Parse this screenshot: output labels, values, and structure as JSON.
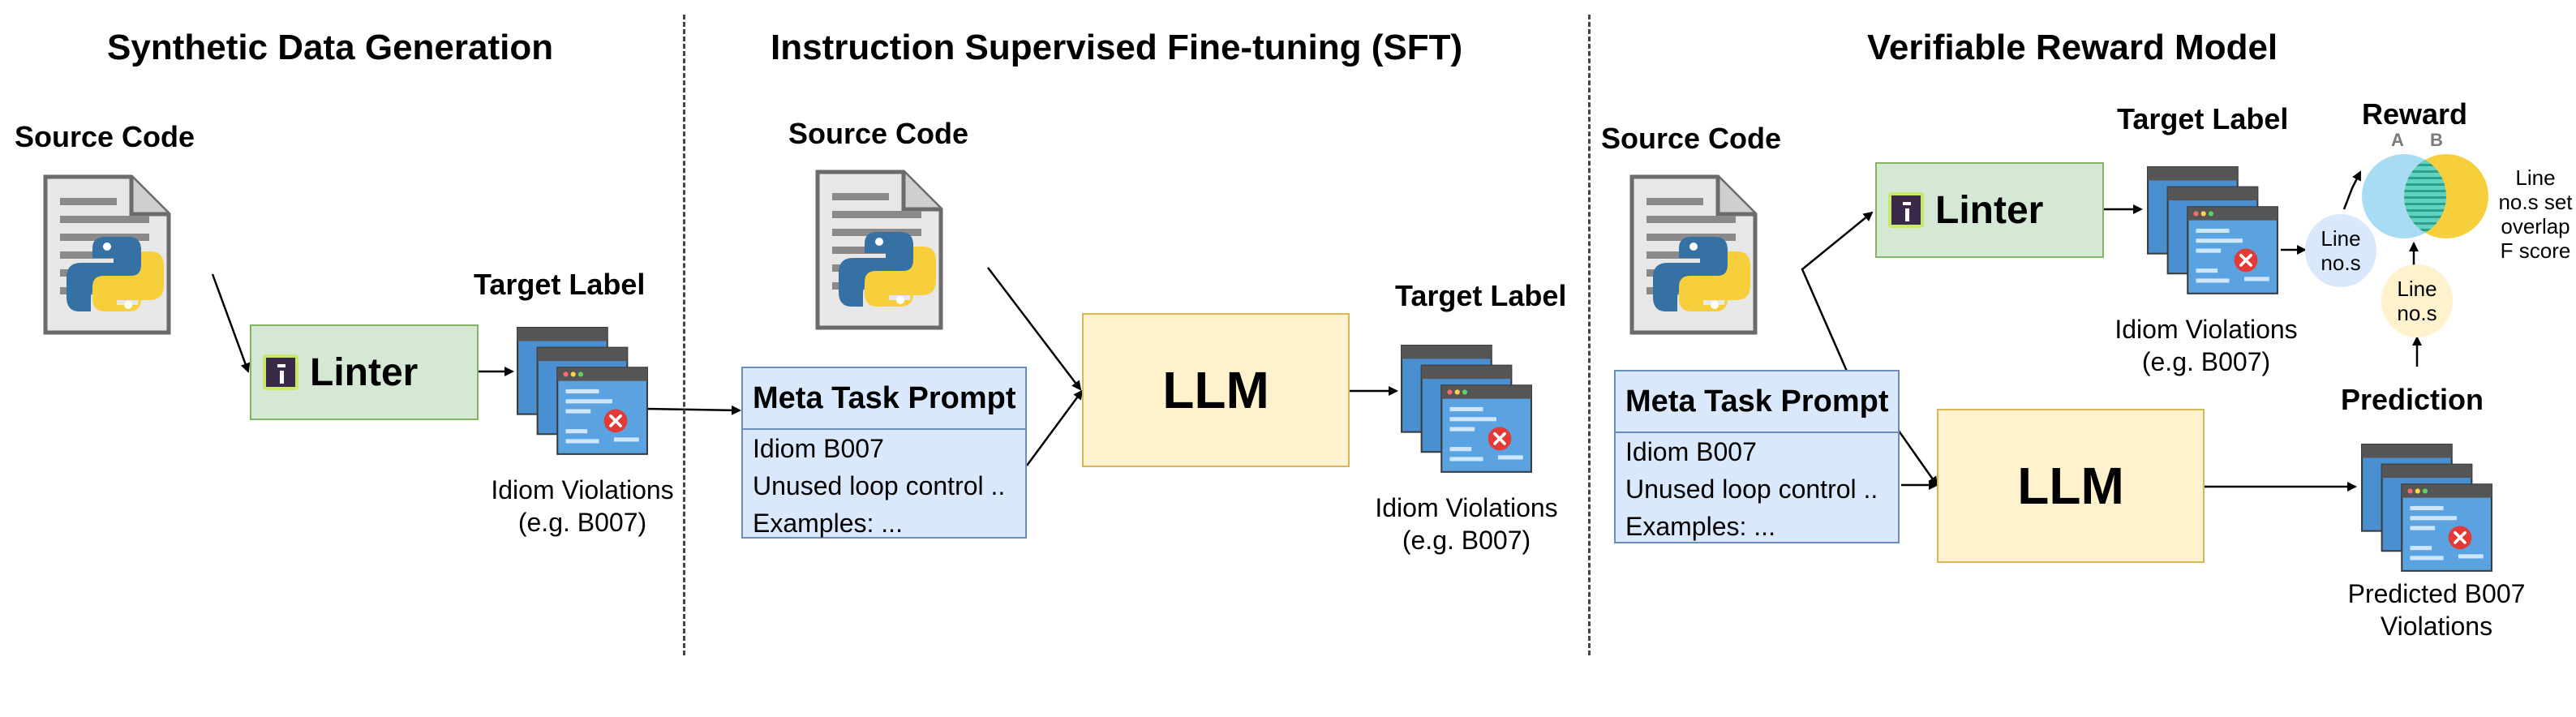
{
  "sections": {
    "synthetic": "Synthetic Data Generation",
    "sft": "Instruction Supervised Fine-tuning (SFT)",
    "reward": "Verifiable Reward Model"
  },
  "labels": {
    "source_code": "Source Code",
    "target_label": "Target Label",
    "prediction": "Prediction",
    "reward": "Reward",
    "linter": "Linter",
    "llm": "LLM"
  },
  "captions": {
    "idiom_line1": "Idiom Violations",
    "idiom_line2": "(e.g. B007)",
    "predicted_line1": "Predicted B007",
    "predicted_line2": "Violations"
  },
  "prompt": {
    "header": "Meta Task Prompt",
    "line1": "Idiom B007",
    "line2": "Unused loop control ..",
    "line3": "Examples: ..."
  },
  "bubbles": {
    "line_line1": "Line",
    "line_line2": "no.s"
  },
  "venn": {
    "a": "A",
    "b": "B"
  },
  "overlap": {
    "line1": "Line",
    "line2": "no.s set",
    "line3": "overlap",
    "line4": "F score"
  },
  "colors": {
    "linter_fill": "#d5e8d4",
    "llm_fill": "#fff2cc",
    "prompt_fill": "#dae8fc"
  }
}
